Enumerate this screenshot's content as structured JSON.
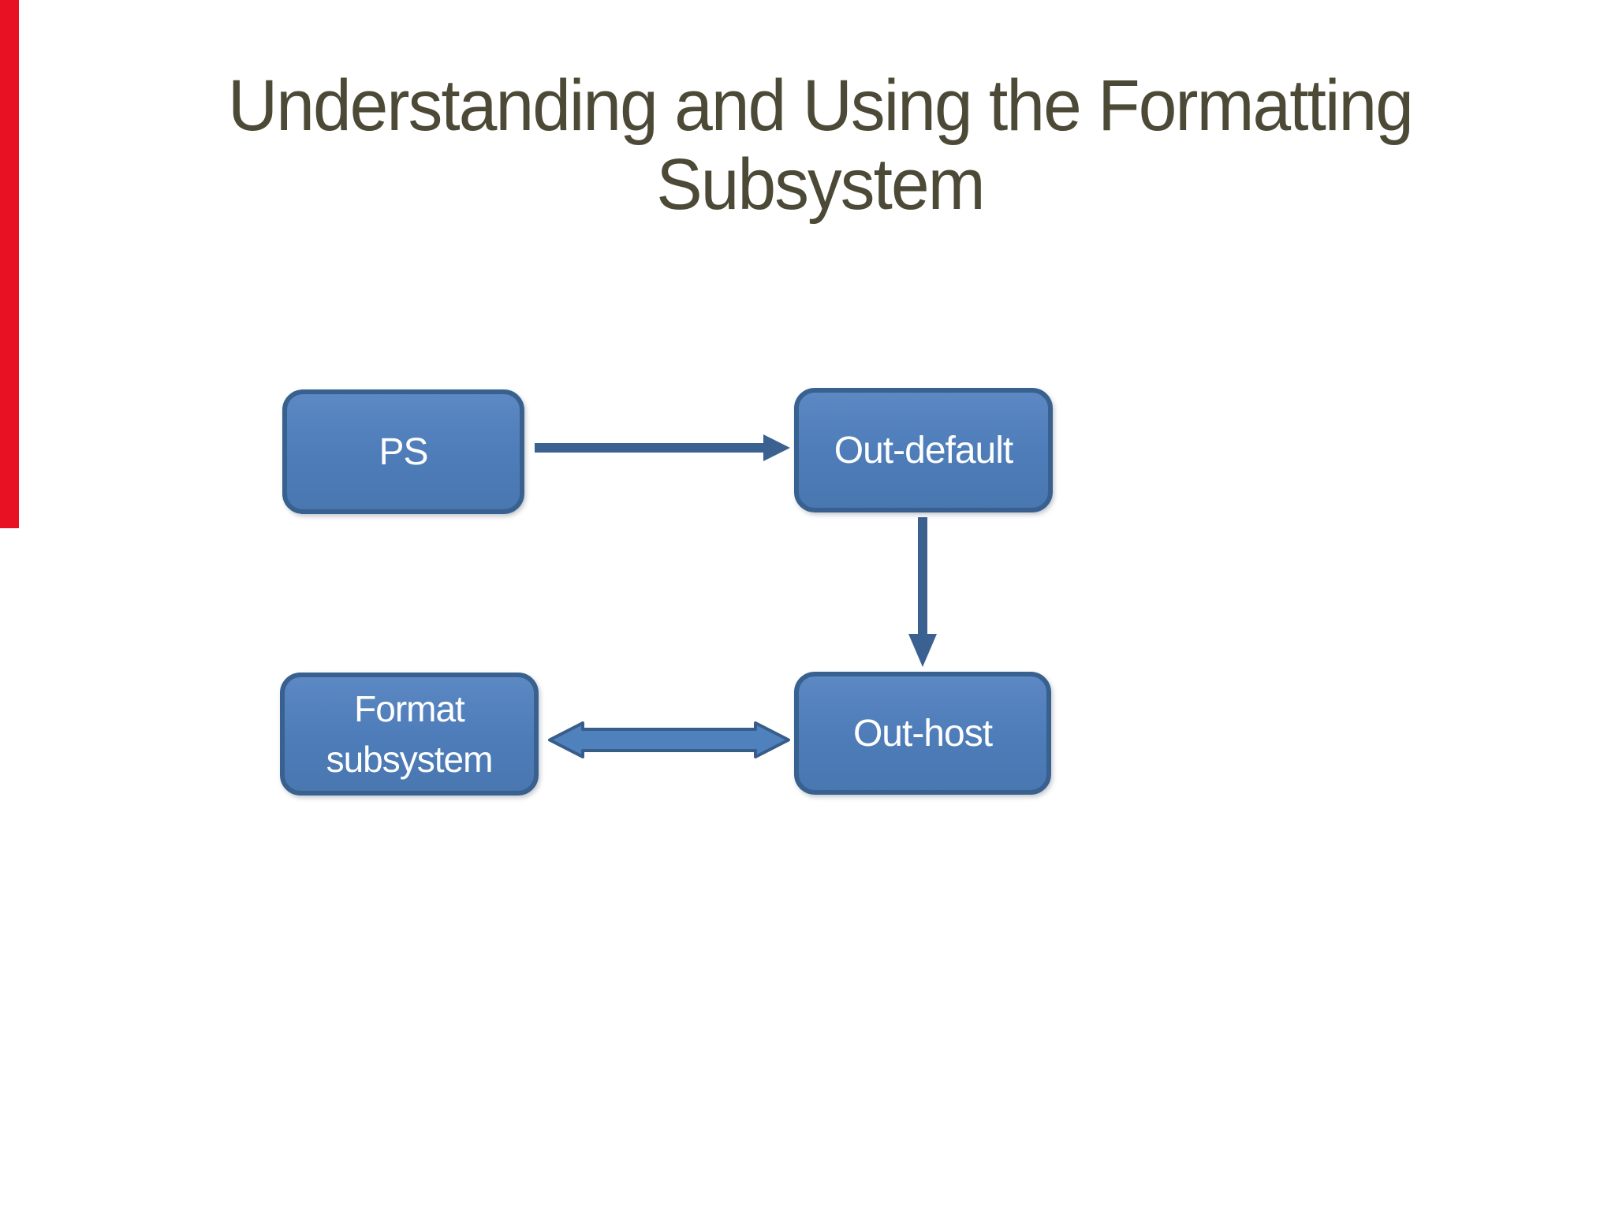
{
  "slide": {
    "title": {
      "line1": "Understanding and Using the Formatting",
      "line2": "Subsystem"
    }
  },
  "diagram": {
    "nodes": {
      "ps": {
        "label": "PS"
      },
      "out_default": {
        "label": "Out-default"
      },
      "format_subsystem": {
        "line1": "Format",
        "line2": "subsystem"
      },
      "out_host": {
        "label": "Out-host"
      }
    },
    "edges": [
      {
        "from": "PS",
        "to": "Out-default",
        "style": "single-arrow-right"
      },
      {
        "from": "Out-default",
        "to": "Out-host",
        "style": "single-arrow-down"
      },
      {
        "from": "Format subsystem",
        "to": "Out-host",
        "style": "double-arrow-horizontal"
      }
    ]
  },
  "colors": {
    "background": "#ffffff",
    "title_text": "#4c4a36",
    "node_fill": "#4f81bd",
    "node_border": "#385d8a",
    "node_text": "#ffffff",
    "arrow": "#3b6191",
    "red_marker": "#e81123"
  }
}
